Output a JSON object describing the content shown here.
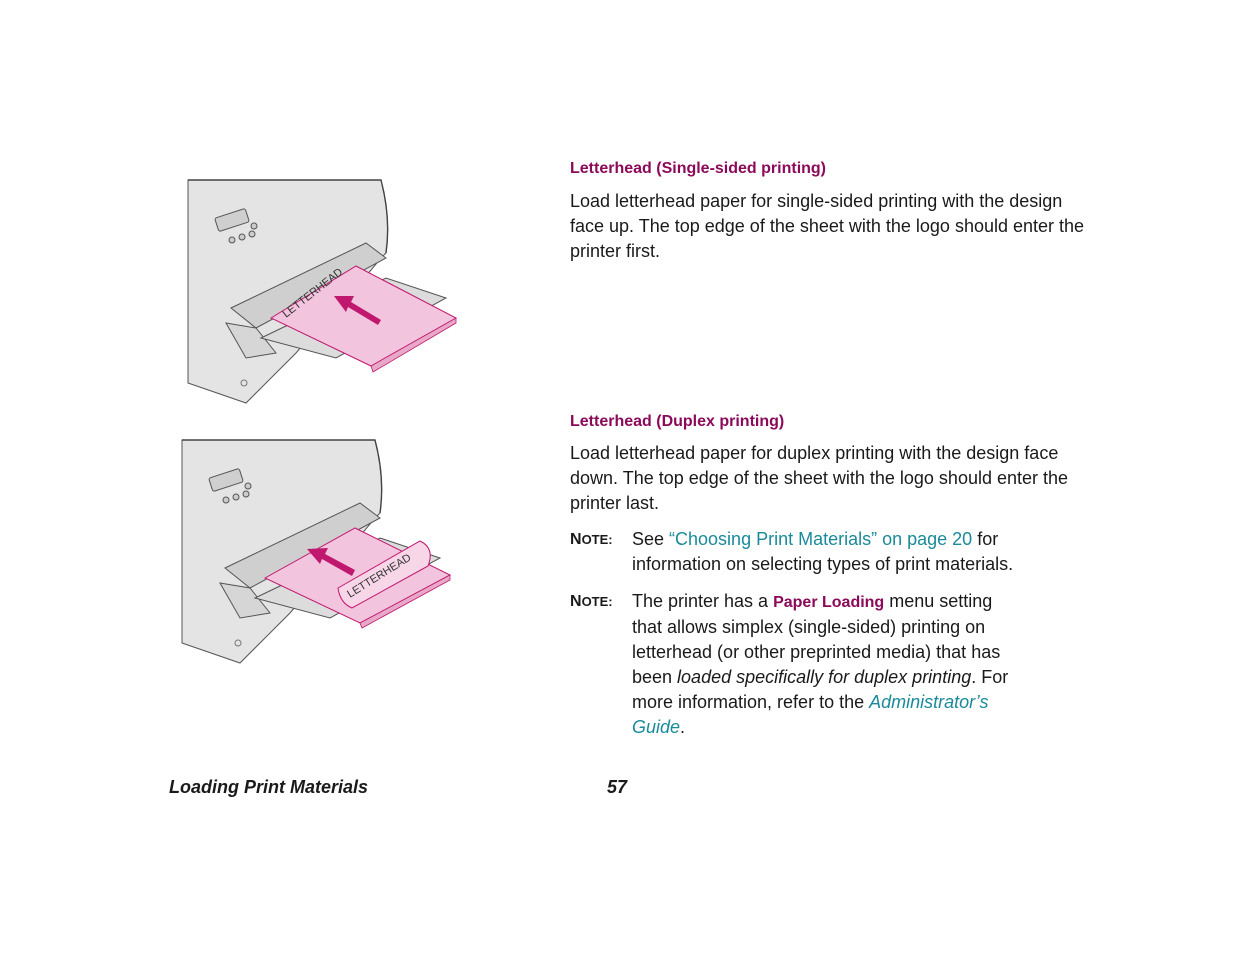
{
  "section1": {
    "heading": "Letterhead (Single-sided printing)",
    "body": "Load letterhead paper for single-sided printing with the design face up. The top edge of the sheet with the logo should enter the printer first.",
    "figure_label": "LETTERHEAD"
  },
  "section2": {
    "heading": "Letterhead (Duplex printing)",
    "body": "Load letterhead paper for duplex printing with the design face down. The top edge of the sheet with the logo should enter the printer last.",
    "figure_label": "LETTERHEAD"
  },
  "note1": {
    "label_n": "N",
    "label_rest": "OTE:",
    "see": "See ",
    "link": "“Choosing Print Materials” on page 20",
    "line1_end": " for",
    "line2": "information on selecting types of print materials."
  },
  "note2": {
    "label_n": "N",
    "label_rest": "OTE:",
    "l1_start": "The printer has a ",
    "menu": "Paper Loading",
    "l1_end": " menu setting",
    "l2": "that allows simplex (single-sided) printing on",
    "l3": "letterhead (or other preprinted media) that has",
    "l4_start": "been ",
    "l4_italic": "loaded specifically for duplex printing",
    "l4_end": ". For",
    "l5_start": "more information, refer to the ",
    "l5_link": "Administrator’s",
    "l6_link": "Guide",
    "l6_end": "."
  },
  "footer": {
    "title": "Loading Print Materials",
    "page": "57"
  },
  "colors": {
    "accent": "#8b0a5a",
    "link": "#1a8a9a",
    "paper": "#f2c4dd",
    "arrow": "#c0186e"
  }
}
